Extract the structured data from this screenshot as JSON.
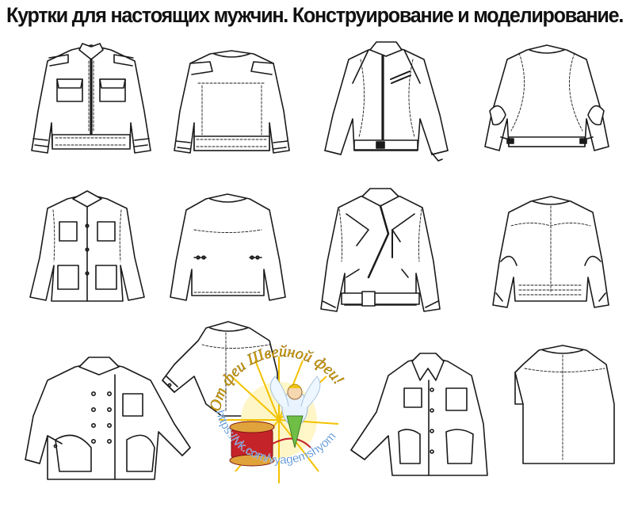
{
  "page": {
    "title": "Куртки для настоящих мужчин. Конструирование и моделирование."
  },
  "watermark": {
    "text_top": "От феи Швейной феи!",
    "url": "https://vk.com/vyagemshyom"
  },
  "sketches": [
    {
      "name": "bomber-front"
    },
    {
      "name": "bomber-back"
    },
    {
      "name": "moto-front"
    },
    {
      "name": "moto-back"
    },
    {
      "name": "field-front"
    },
    {
      "name": "field-back"
    },
    {
      "name": "biker-front"
    },
    {
      "name": "biker-back"
    },
    {
      "name": "chef-front"
    },
    {
      "name": "chef-back"
    },
    {
      "name": "shirt-front"
    },
    {
      "name": "shirt-back"
    }
  ]
}
